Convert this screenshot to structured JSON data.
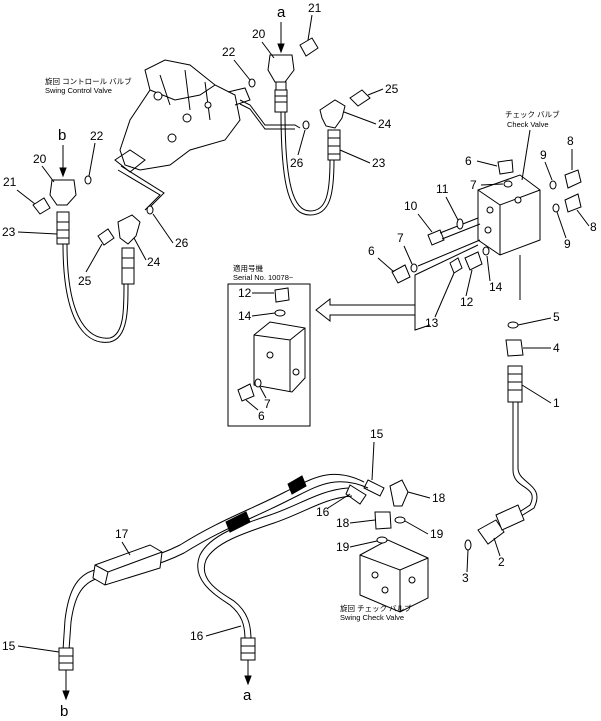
{
  "labels": {
    "a": "a",
    "b": "b",
    "swing_control_valve_jp": "旋回 コントロール バルブ",
    "swing_control_valve_en": "Swing Control Valve",
    "check_valve_jp": "チェック バルブ",
    "check_valve_en": "Check Valve",
    "applied_serial_jp": "適用号機",
    "applied_serial_en": "Serial No. 10078~",
    "swing_check_valve_jp": "旋回 チェック バルブ",
    "swing_check_valve_en": "Swing Check Valve"
  },
  "callouts": {
    "n1": "1",
    "n2": "2",
    "n3": "3",
    "n4": "4",
    "n5": "5",
    "n6": "6",
    "n7": "7",
    "n8": "8",
    "n9": "9",
    "n10": "10",
    "n11": "11",
    "n12": "12",
    "n13": "13",
    "n14": "14",
    "n15": "15",
    "n16": "16",
    "n17": "17",
    "n18": "18",
    "n19": "19",
    "n20": "20",
    "n21": "21",
    "n22": "22",
    "n23": "23",
    "n24": "24",
    "n25": "25",
    "n26": "26"
  }
}
